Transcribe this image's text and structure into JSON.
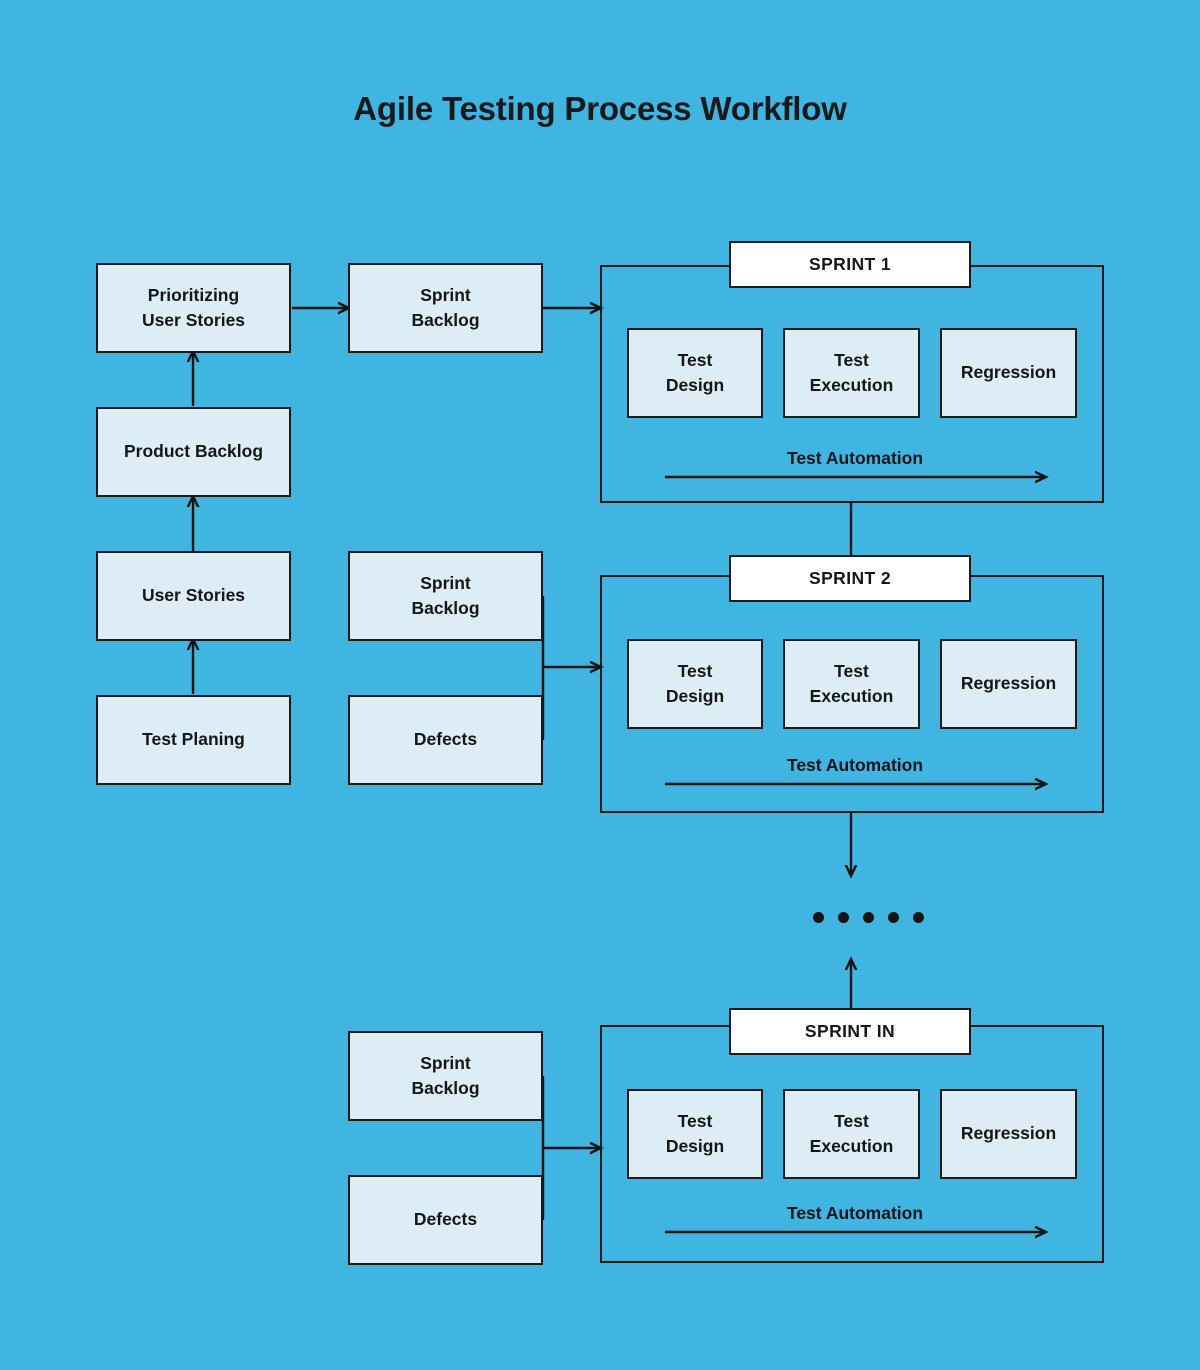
{
  "page": {
    "title": "Agile Testing Process Workflow",
    "background_color": "#41b5e2",
    "node_fill": "#dcedf5",
    "node_border": "#1a1a1a",
    "sprint_label_fill": "#ffffff",
    "text_color": "#14161a"
  },
  "left_column": {
    "nodes": [
      {
        "id": "prioritizing-user-stories",
        "label": "Prioritizing\nUser Stories"
      },
      {
        "id": "product-backlog",
        "label": "Product Backlog"
      },
      {
        "id": "user-stories",
        "label": "User Stories"
      },
      {
        "id": "test-planing",
        "label": "Test Planing"
      }
    ]
  },
  "middle_column": {
    "nodes": [
      {
        "id": "sprint-backlog-1",
        "label": "Sprint\nBacklog"
      },
      {
        "id": "sprint-backlog-2",
        "label": "Sprint\nBacklog"
      },
      {
        "id": "defects-2",
        "label": "Defects"
      },
      {
        "id": "sprint-backlog-n",
        "label": "Sprint\nBacklog"
      },
      {
        "id": "defects-n",
        "label": "Defects"
      }
    ]
  },
  "sprints": [
    {
      "id": "sprint-1",
      "label": "SPRINT 1",
      "activities": [
        "Test\nDesign",
        "Test\nExecution",
        "Regression"
      ],
      "automation_label": "Test Automation"
    },
    {
      "id": "sprint-2",
      "label": "SPRINT 2",
      "activities": [
        "Test\nDesign",
        "Test\nExecution",
        "Regression"
      ],
      "automation_label": "Test Automation"
    },
    {
      "id": "sprint-n",
      "label": "SPRINT IN",
      "activities": [
        "Test\nDesign",
        "Test\nExecution",
        "Regression"
      ],
      "automation_label": "Test Automation"
    }
  ],
  "continuation": {
    "id": "ellipsis-dots",
    "dot_count": 5
  }
}
